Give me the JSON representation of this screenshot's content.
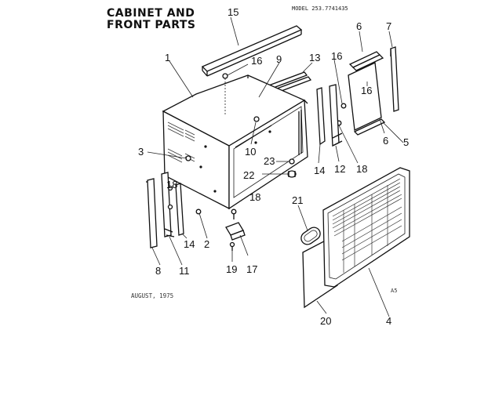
{
  "title_line1": "CABINET AND",
  "title_line2": "FRONT PARTS",
  "model": "MODEL 253.7741435",
  "date_note": "AUGUST, 1975",
  "mark": "A5",
  "callouts": {
    "c1": "1",
    "c2": "2",
    "c3": "3",
    "c4": "4",
    "c5": "5",
    "c6a": "6",
    "c6b": "6",
    "c7": "7",
    "c8": "8",
    "c9": "9",
    "c10": "10",
    "c11": "11",
    "c12": "12",
    "c13": "13",
    "c14a": "14",
    "c14b": "14",
    "c15": "15",
    "c16a": "16",
    "c16b": "16",
    "c16c": "16",
    "c17": "17",
    "c18a": "18",
    "c18b": "18",
    "c18c": "18",
    "c19": "19",
    "c20": "20",
    "c21": "21",
    "c22": "22",
    "c23": "23"
  }
}
